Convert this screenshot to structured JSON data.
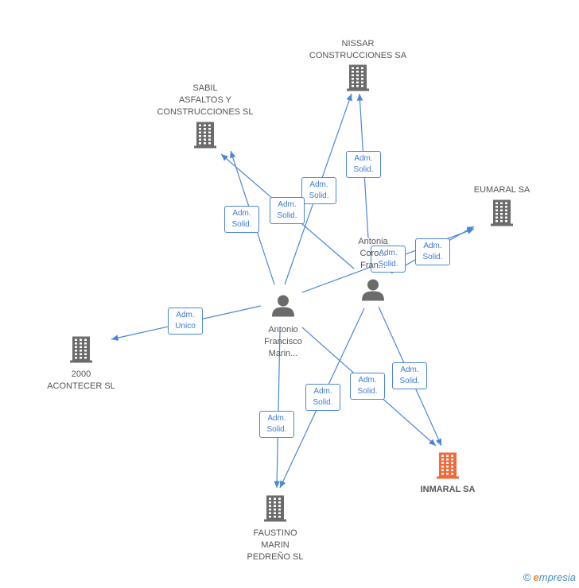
{
  "colors": {
    "edge": "#4a86d8",
    "company": "#6b6b6b",
    "company_highlight": "#f26a3c",
    "person": "#6b6b6b"
  },
  "companies": [
    {
      "id": "nissar",
      "label": "NISSAR\nCONSTRUCCIONES SA",
      "highlight": false
    },
    {
      "id": "sabil",
      "label": "SABIL\nASFALTOS Y\nCONSTRUCCIONES SL",
      "highlight": false
    },
    {
      "id": "eumaral",
      "label": "EUMARAL SA",
      "highlight": false
    },
    {
      "id": "acontecer",
      "label": "2000\nACONTECER SL",
      "highlight": false
    },
    {
      "id": "faustino",
      "label": "FAUSTINO\nMARIN\nPEDREÑO SL",
      "highlight": false
    },
    {
      "id": "inmaral",
      "label": "INMARAL SA",
      "highlight": true
    }
  ],
  "persons": [
    {
      "id": "antonio",
      "label": "Antonio\nFrancisco\nMarin..."
    },
    {
      "id": "antonia",
      "label": "Antonia\nCoro...\nFran..."
    }
  ],
  "edges": [
    {
      "from": "antonio",
      "to": "sabil",
      "label": "Adm.\nSolid."
    },
    {
      "from": "antonio",
      "to": "nissar",
      "label": "Adm.\nSolid."
    },
    {
      "from": "antonio",
      "to": "acontecer",
      "label": "Adm.\nUnico"
    },
    {
      "from": "antonio",
      "to": "faustino",
      "label": "Adm.\nSolid."
    },
    {
      "from": "antonio",
      "to": "inmaral",
      "label": "Adm.\nSolid."
    },
    {
      "from": "antonio",
      "to": "eumaral",
      "label": "Adm.\nSolid."
    },
    {
      "from": "antonia",
      "to": "sabil",
      "label": "Adm.\nSolid."
    },
    {
      "from": "antonia",
      "to": "nissar",
      "label": "Adm.\nSolid."
    },
    {
      "from": "antonia",
      "to": "eumaral",
      "label": "Adm.\nSolid."
    },
    {
      "from": "antonia",
      "to": "faustino",
      "label": "Adm.\nSolid."
    },
    {
      "from": "antonia",
      "to": "inmaral",
      "label": "Adm.\nSolid."
    }
  ],
  "footer": {
    "copyright": "©",
    "brand_initial": "e",
    "brand_rest": "mpresia"
  }
}
